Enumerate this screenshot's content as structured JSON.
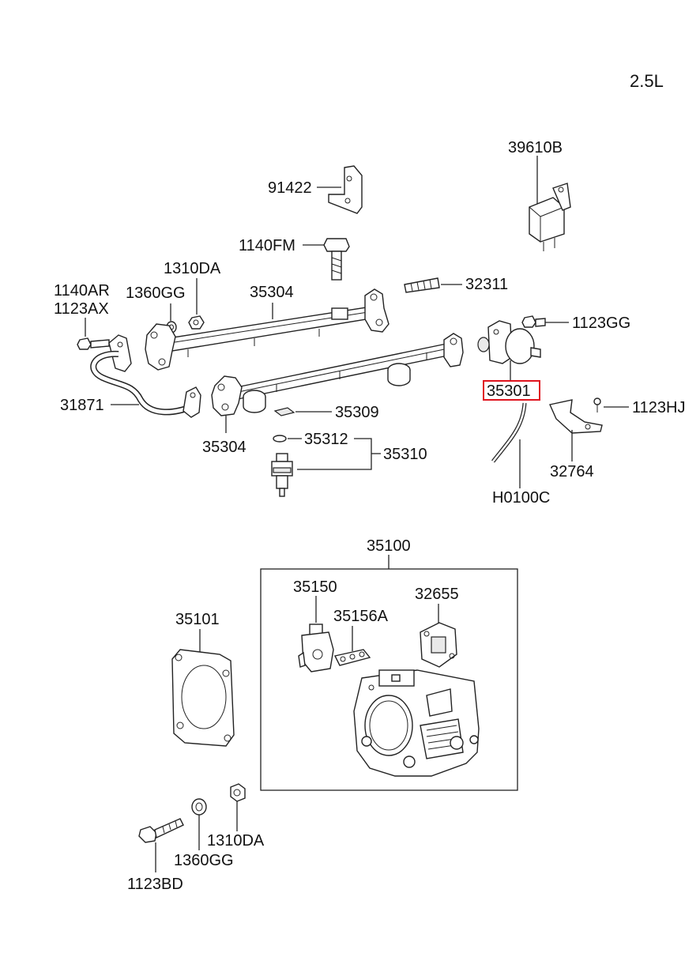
{
  "engine_label": "2.5L",
  "highlight_color": "#e0141e",
  "labels": {
    "p39610B": "39610B",
    "p91422": "91422",
    "p1140FM": "1140FM",
    "p1310DA_top": "1310DA",
    "p1140AR": "1140AR",
    "p1123AX": "1123AX",
    "p1360GG_top": "1360GG",
    "p35304_top": "35304",
    "p32311": "32311",
    "p1123GG": "1123GG",
    "p35301": "35301",
    "p31871": "31871",
    "p35309": "35309",
    "p1123HJ": "1123HJ",
    "p35304_bottom": "35304",
    "p35312": "35312",
    "p35310": "35310",
    "p32764": "32764",
    "pH0100C": "H0100C",
    "p35100": "35100",
    "p35150": "35150",
    "p32655": "32655",
    "p35101": "35101",
    "p35156A": "35156A",
    "p1310DA_bottom": "1310DA",
    "p1360GG_bottom": "1360GG",
    "p1123BD": "1123BD"
  }
}
